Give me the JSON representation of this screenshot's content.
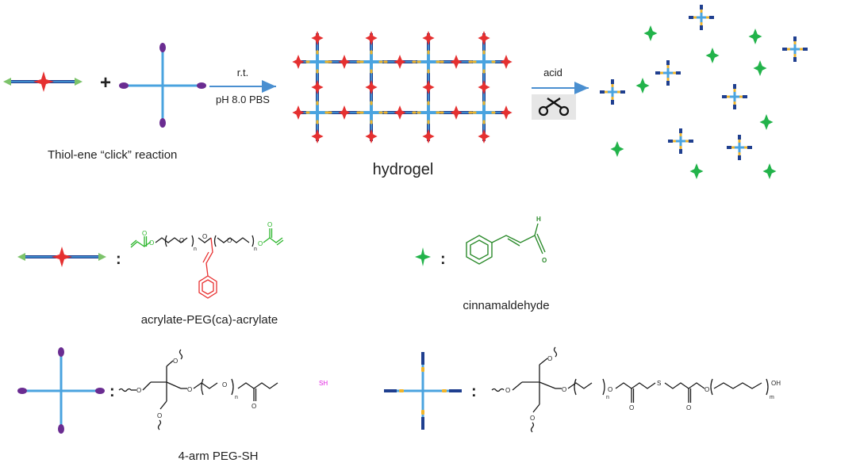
{
  "colors": {
    "arm_blue": "#4aa3df",
    "linker_dark": "#1f3f8f",
    "cinnamaldehyde_star": "#e53030",
    "released_star": "#22b34a",
    "thiol_end": "#6a2c91",
    "thioether_dot": "#f0b42a",
    "acrylate_end": "#7cc36a",
    "arrow": "#4a8fd0"
  },
  "reaction": {
    "plus": "+",
    "condition_top": "r.t.",
    "condition_bottom": "pH 8.0 PBS",
    "caption": "Thiol-ene “click” reaction",
    "product": "hydrogel",
    "trigger": "acid",
    "scissors_icon": "scissors-icon"
  },
  "legend": {
    "colon": ":",
    "acrylate_name": "acrylate-PEG(ca)-acrylate",
    "cinnamaldehyde_name": "cinnamaldehyde",
    "peg_sh_name": "4-arm PEG-SH",
    "atoms": {
      "O": "O",
      "H": "H",
      "SH": "SH",
      "S": "S",
      "OH": "OH",
      "n": "n",
      "m": "m"
    }
  }
}
